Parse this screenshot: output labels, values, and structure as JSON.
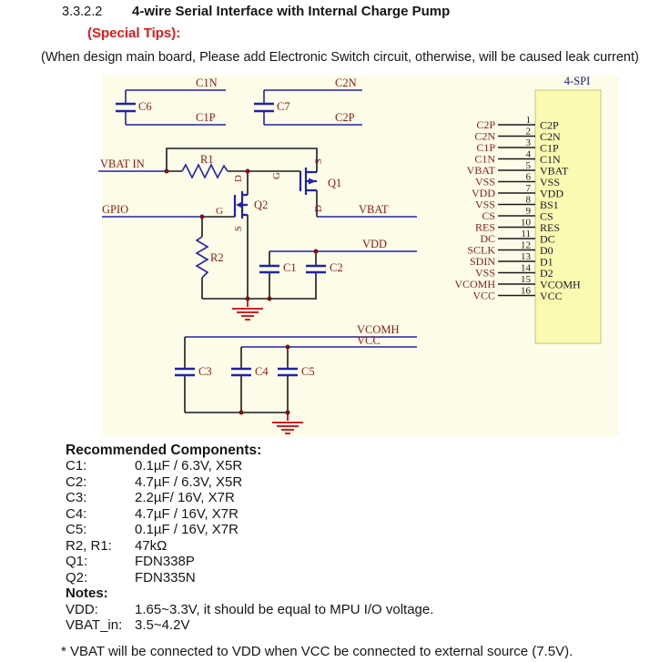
{
  "header": {
    "section_number": "3.3.2.2",
    "title": "4-wire Serial Interface with Internal Charge Pump",
    "special_tips": "(Special Tips):",
    "warning": "(When design main board, Please add Electronic Switch circuit, otherwise, will be caused leak current)"
  },
  "schematic": {
    "labels": {
      "c1n": "C1N",
      "c1p": "C1P",
      "c6": "C6",
      "c2n": "C2N",
      "c2p": "C2P",
      "c7": "C7",
      "vbat_in": "VBAT IN",
      "gpio": "GPIO",
      "vbat": "VBAT",
      "vdd": "VDD",
      "vcomh": "VCOMH",
      "vcc": "VCC",
      "r1": "R1",
      "r2": "R2",
      "q1": "Q1",
      "q2": "Q2",
      "c1": "C1",
      "c2": "C2",
      "c3": "C3",
      "c4": "C4",
      "c5": "C5",
      "q1_s": "S",
      "q1_g": "G",
      "q1_d": "D",
      "q2_d": "D",
      "q2_g": "G",
      "q2_s": "S"
    },
    "connector": {
      "title": "4-SPI",
      "pins": [
        {
          "n": "1",
          "l": "C2P",
          "r": "C2P"
        },
        {
          "n": "2",
          "l": "C2N",
          "r": "C2N"
        },
        {
          "n": "3",
          "l": "C1P",
          "r": "C1P"
        },
        {
          "n": "4",
          "l": "C1N",
          "r": "C1N"
        },
        {
          "n": "5",
          "l": "VBAT",
          "r": "VBAT"
        },
        {
          "n": "6",
          "l": "VSS",
          "r": "VSS"
        },
        {
          "n": "7",
          "l": "VDD",
          "r": "VDD"
        },
        {
          "n": "8",
          "l": "VSS",
          "r": "BS1"
        },
        {
          "n": "9",
          "l": "CS",
          "r": "CS"
        },
        {
          "n": "10",
          "l": "RES",
          "r": "RES"
        },
        {
          "n": "11",
          "l": "DC",
          "r": "DC"
        },
        {
          "n": "12",
          "l": "SCLK",
          "r": "D0"
        },
        {
          "n": "13",
          "l": "SDIN",
          "r": "D1"
        },
        {
          "n": "14",
          "l": "VSS",
          "r": "D2"
        },
        {
          "n": "15",
          "l": "VCOMH",
          "r": "VCOMH"
        },
        {
          "n": "16",
          "l": "VCC",
          "r": "VCC"
        }
      ]
    },
    "colors": {
      "wire_blue": "#2222aa",
      "wire_black": "#1a1a1a",
      "label_red": "#8a1a16",
      "ground_red": "#d42020",
      "schematic_bg": "#fcfce8",
      "connector_bg": "#fafab0",
      "tips_red": "#e01818",
      "connector_title_navy": "#1a1a8c"
    }
  },
  "recommended": {
    "heading": "Recommended Components:",
    "rows": [
      {
        "label": "C1:",
        "value": "0.1µF / 6.3V, X5R"
      },
      {
        "label": "C2:",
        "value": "4.7µF / 6.3V, X5R"
      },
      {
        "label": "C3:",
        "value": "2.2µF/ 16V, X7R"
      },
      {
        "label": "C4:",
        "value": "4.7µF / 16V, X7R"
      },
      {
        "label": "C5:",
        "value": "0.1µF / 16V, X7R"
      },
      {
        "label": "R2, R1:",
        "value": "47kΩ"
      },
      {
        "label": "Q1:",
        "value": "FDN338P"
      },
      {
        "label": "Q2:",
        "value": "FDN335N"
      },
      {
        "label": "Notes:",
        "value": "",
        "bold": true
      },
      {
        "label": "VDD:",
        "value": "1.65~3.3V, it should be equal to MPU I/O voltage."
      },
      {
        "label": "VBAT_in:",
        "value": "3.5~4.2V"
      }
    ]
  },
  "footnote": "* VBAT will be connected to VDD when VCC be connected to external source (7.5V)."
}
